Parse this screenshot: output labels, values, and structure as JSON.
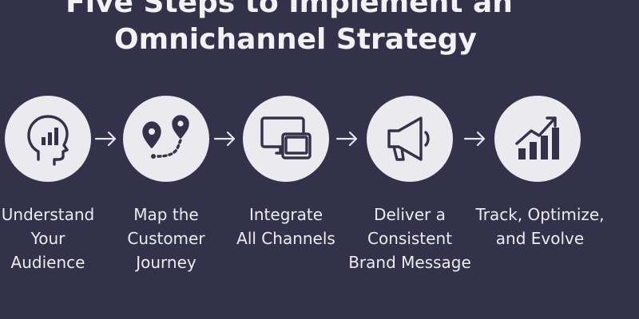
{
  "title": {
    "line1": "Five Steps to Implement an",
    "line2": "Omnichannel Strategy"
  },
  "steps": [
    {
      "label": "Understand\nYour\nAudience",
      "icon": "head-chart-icon"
    },
    {
      "label": "Map the\nCustomer\nJourney",
      "icon": "map-route-icon"
    },
    {
      "label": "Integrate\nAll Channels",
      "icon": "multi-screen-icon"
    },
    {
      "label": "Deliver a\nConsistent\nBrand Message",
      "icon": "megaphone-icon"
    },
    {
      "label": "Track, Optimize,\nand Evolve",
      "icon": "growth-chart-icon"
    }
  ],
  "colors": {
    "background": "#34324a",
    "circle": "#ebeaee",
    "icon": "#34324a",
    "text": "#ececf0"
  }
}
